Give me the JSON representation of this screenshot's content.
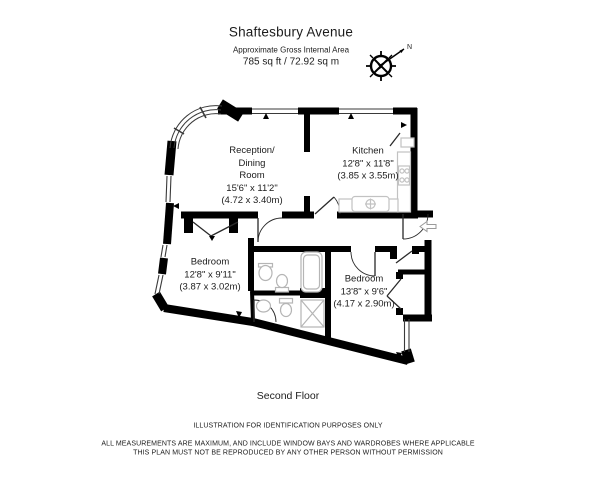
{
  "header": {
    "title": "Shaftesbury Avenue",
    "subtitle": "Approximate Gross Internal Area",
    "area": "785 sq ft  /  72.92 sq m"
  },
  "compass": {
    "north_label": "N"
  },
  "rooms": [
    {
      "id": "reception-dining-room",
      "lines": [
        "Reception/",
        "Dining",
        "Room"
      ],
      "dims_imperial": "15'6\" x 11'2\"",
      "dims_metric": "(4.72 x 3.40m)"
    },
    {
      "id": "kitchen",
      "lines": [
        "Kitchen"
      ],
      "dims_imperial": "12'8\" x 11'8\"",
      "dims_metric": "(3.85 x 3.55m)"
    },
    {
      "id": "bedroom-1",
      "lines": [
        "Bedroom"
      ],
      "dims_imperial": "12'8\" x 9'11\"",
      "dims_metric": "(3.87 x 3.02m)"
    },
    {
      "id": "bedroom-2",
      "lines": [
        "Bedroom"
      ],
      "dims_imperial": "13'8\" x 9'6\"",
      "dims_metric": "(4.17 x 2.90m)"
    }
  ],
  "floor_label": "Second Floor",
  "disclaimers": [
    "ILLUSTRATION FOR IDENTIFICATION PURPOSES ONLY",
    "ALL MEASUREMENTS ARE MAXIMUM, AND INCLUDE WINDOW BAYS AND WARDROBES WHERE APPLICABLE",
    "THIS PLAN MUST NOT BE REPRODUCED BY ANY OTHER PERSON WITHOUT PERMISSION"
  ],
  "colors": {
    "wall": "#000000",
    "window_line": "#3a3a3a",
    "fixture": "#c2c2c2",
    "text": "#1c1c1c",
    "background": "#ffffff"
  }
}
